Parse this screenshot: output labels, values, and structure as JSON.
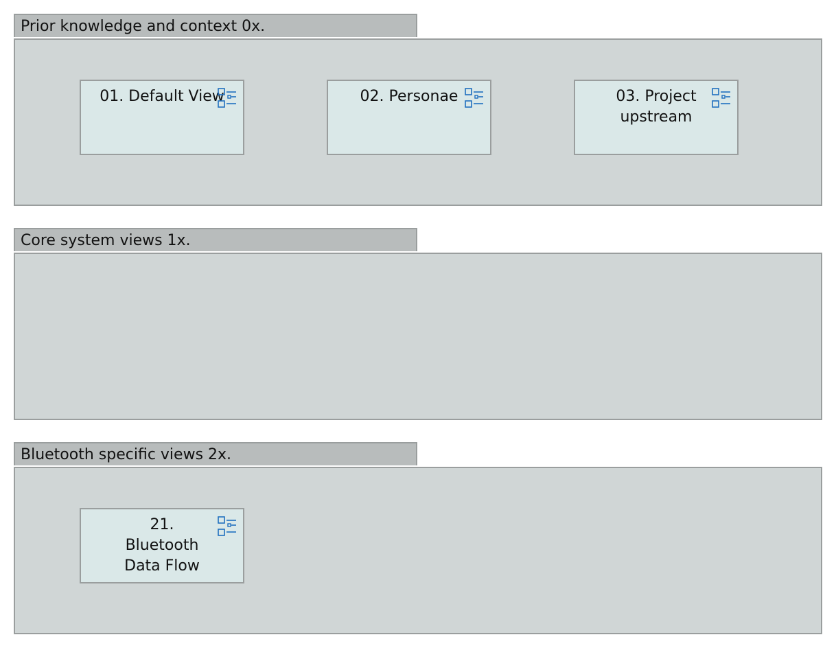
{
  "groups": [
    {
      "title": "Prior knowledge and context 0x.",
      "views": [
        {
          "label": "01. Default View",
          "icon": "view-list-icon"
        },
        {
          "label": "02. Personae",
          "icon": "view-list-icon"
        },
        {
          "label": "03. Project upstream",
          "icon": "view-list-icon"
        }
      ]
    },
    {
      "title": "Core system views 1x.",
      "views": []
    },
    {
      "title": "Bluetooth specific views 2x.",
      "views": [
        {
          "label": "21. Bluetooth Data Flow",
          "icon": "view-list-icon"
        }
      ]
    }
  ],
  "colors": {
    "group_tab_bg": "#b8bcbc",
    "group_body_bg": "#d0d6d6",
    "view_box_bg": "#dae8e8",
    "border": "#9a9e9e",
    "icon": "#1f6fbf"
  }
}
